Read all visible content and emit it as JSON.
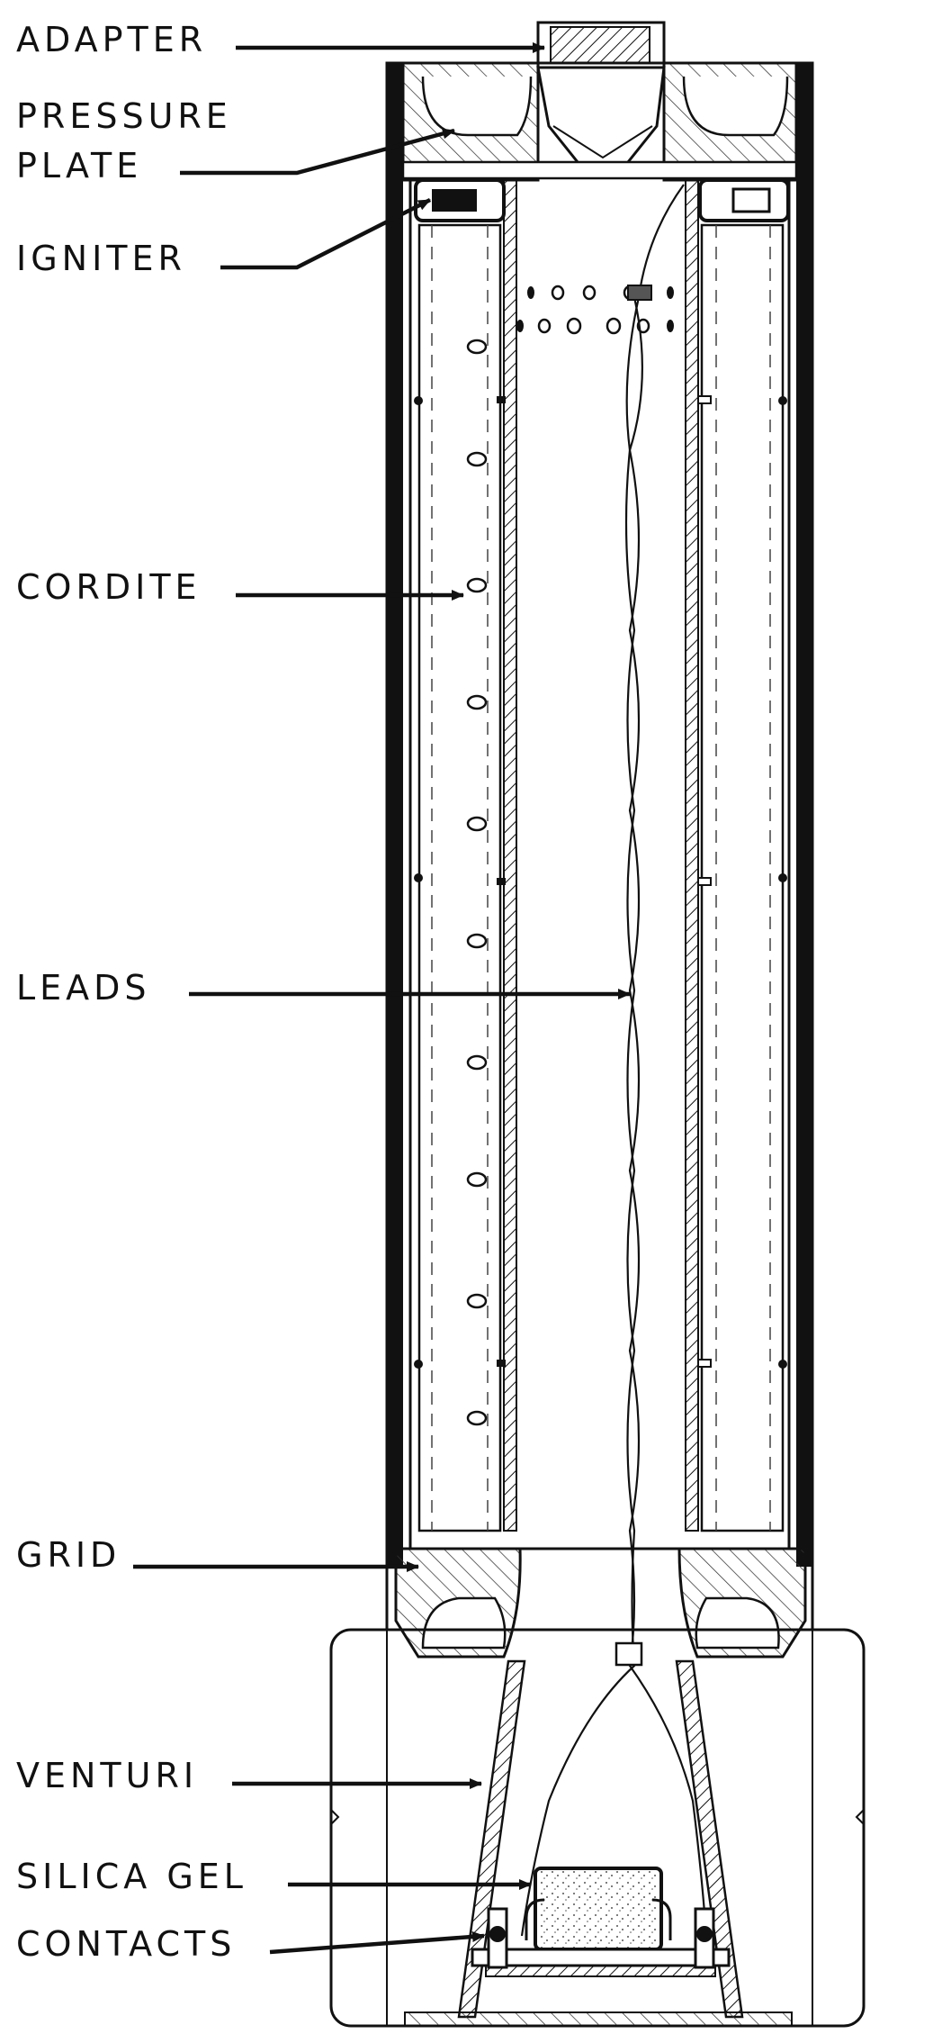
{
  "labels": {
    "adapter": "ADAPTER",
    "pressure_plate_line1": "PRESSURE",
    "pressure_plate_line2": "PLATE",
    "igniter": "IGNITER",
    "cordite": "CORDITE",
    "leads": "LEADS",
    "grid": "GRID",
    "venturi": "VENTURI",
    "silica_gel": "SILICA GEL",
    "contacts": "CONTACTS"
  },
  "colors": {
    "ink": "#111111",
    "paper": "#ffffff"
  }
}
